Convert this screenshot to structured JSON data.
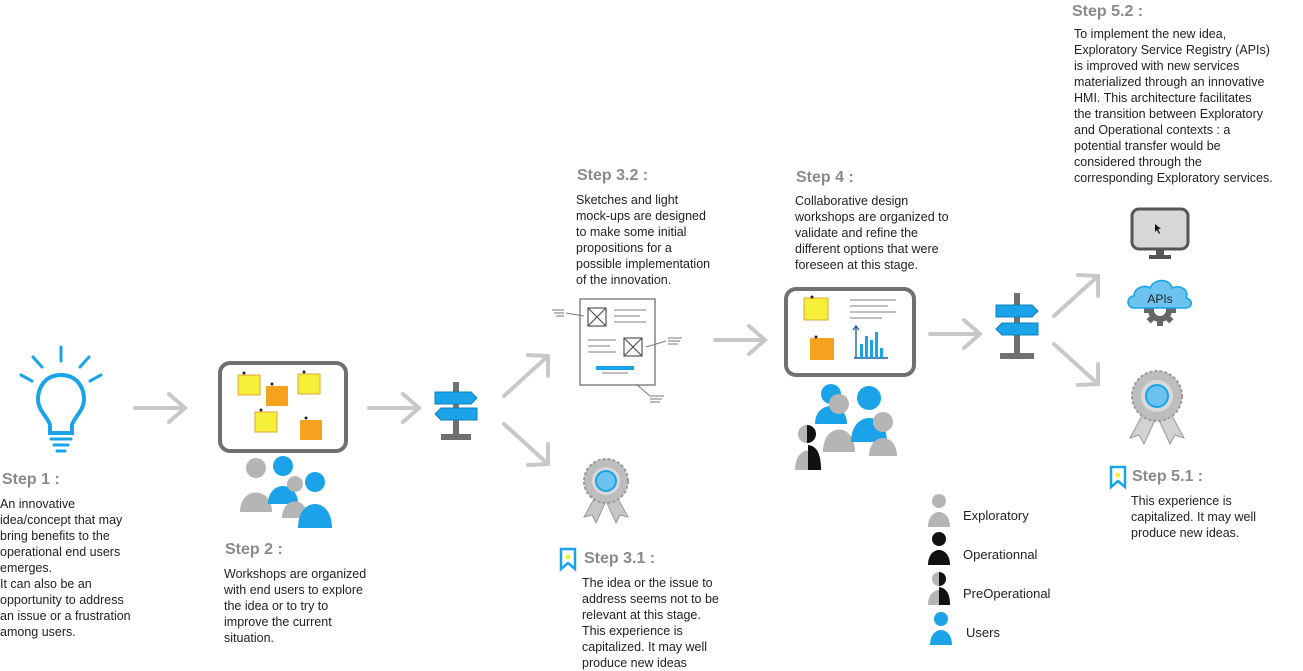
{
  "colors": {
    "blue": "#1aa3e8",
    "gray": "#b5b5b5",
    "dark_gray": "#707070",
    "black": "#111111",
    "yellow": "#f5ef3a",
    "orange": "#f6a21e",
    "arrow": "#c8c8c8"
  },
  "steps": {
    "step1": {
      "title": "Step 1 :",
      "text": "An innovative\nidea/concept  that may\nbring benefits to the\noperational end users\nemerges.\nIt can also be an\nopportunity to address\nan issue or a frustration\namong users."
    },
    "step2": {
      "title": "Step 2 :",
      "text": "Workshops are organized\nwith end users to explore\nthe idea or to try to\nimprove the current\nsituation."
    },
    "step3_1": {
      "title": "Step 3.1 :",
      "text": "The idea or the issue to\naddress seems not to be\nrelevant at this stage.\nThis experience is\ncapitalized. It may well\nproduce new ideas"
    },
    "step3_2": {
      "title": "Step 3.2 :",
      "text": "Sketches and light\nmock-ups are designed\nto make some initial\npropositions for a\npossible implementation\nof the innovation."
    },
    "step4": {
      "title": "Step 4 :",
      "text": "Collaborative design\nworkshops are organized to\nvalidate and refine the\ndifferent options that were\nforeseen at this stage."
    },
    "step5_1": {
      "title": "Step 5.1 :",
      "text": "This experience is\ncapitalized. It may well\nproduce new ideas."
    },
    "step5_2": {
      "title": "Step 5.2 :",
      "text": "To implement the new idea,\nExploratory Service Registry (APIs)\nis improved with new services\nmaterialized through an innovative\nHMI. This architecture facilitates\nthe transition between Exploratory\nand Operational contexts : a\npotential transfer would be\nconsidered through the\ncorresponding Exploratory services."
    }
  },
  "cloud_label": "APIs",
  "legend": [
    {
      "label": "Exploratory",
      "icon": "person-gray-icon"
    },
    {
      "label": "Operationnal",
      "icon": "person-black-icon"
    },
    {
      "label": "PreOperational",
      "icon": "person-half-icon"
    },
    {
      "label": "Users",
      "icon": "person-blue-icon"
    }
  ]
}
